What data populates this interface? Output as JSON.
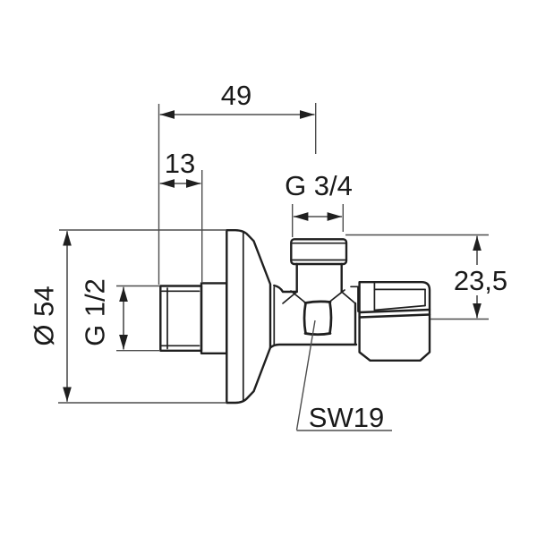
{
  "drawing": {
    "labels": {
      "overall_length": "49",
      "inlet_thread_length": "13",
      "outlet_thread": "G 3/4",
      "rosette_diameter": "Ø 54",
      "inlet_thread": "G 1/2",
      "outlet_height": "23,5",
      "wrench_size": "SW19"
    },
    "colors": {
      "background": "#ffffff",
      "part_line": "#1f1f1f",
      "dim_line": "#4d4d4d",
      "text": "#1a1a1a"
    }
  }
}
